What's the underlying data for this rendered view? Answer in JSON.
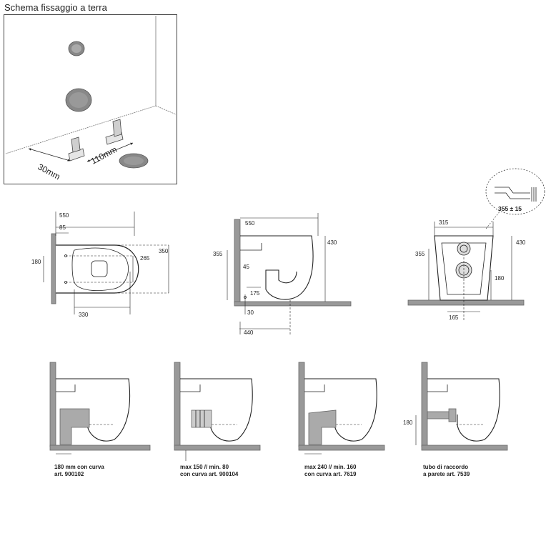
{
  "title": "Schema fissaggio a terra",
  "floor_scheme": {
    "dim_a": "30mm",
    "dim_b": "110mm"
  },
  "top_view": {
    "d550": "550",
    "d85": "85",
    "d180": "180",
    "d350": "350",
    "d265": "265",
    "d330": "330"
  },
  "side_view": {
    "d550": "550",
    "d430": "430",
    "d355": "355",
    "d45": "45",
    "d175": "175",
    "d30": "30",
    "d440": "440"
  },
  "front_view": {
    "d315": "315",
    "d430": "430",
    "d355": "355",
    "d180": "180",
    "d165": "165",
    "callout": "355 ± 15"
  },
  "variants": [
    {
      "line1": "180 mm con curva",
      "line2": "art. 900102"
    },
    {
      "line1": "max 150 // min. 80",
      "line2": "con curva art. 900104"
    },
    {
      "line1": "max 240 // min. 160",
      "line2": "con curva art. 7619"
    },
    {
      "line1": "tubo di raccordo",
      "line2": "a parete art. 7539"
    }
  ],
  "variant4_dim": "180"
}
